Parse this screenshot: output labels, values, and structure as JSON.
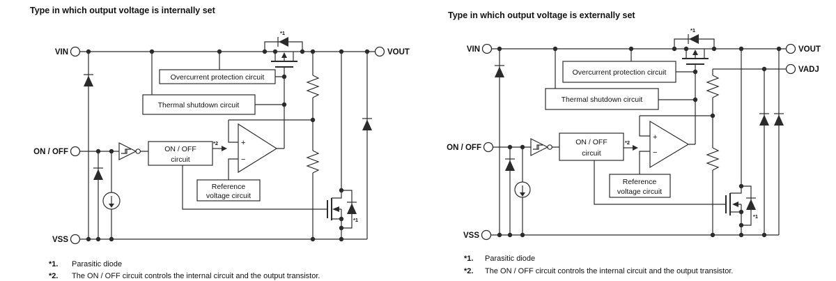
{
  "colors": {
    "line": "#2b2b2b",
    "text": "#111111",
    "background": "#ffffff"
  },
  "panels": [
    {
      "title": "Type in which output voltage is internally set",
      "pins": {
        "vin": "VIN",
        "vout": "VOUT",
        "on_off": "ON / OFF",
        "vss": "VSS"
      },
      "blocks": {
        "overcurrent": "Overcurrent protection circuit",
        "thermal": "Thermal shutdown circuit",
        "on_off_1": "ON / OFF",
        "on_off_2": "circuit",
        "reference_1": "Reference",
        "reference_2": "voltage circuit"
      },
      "opamp": {
        "plus": "+",
        "minus": "−"
      },
      "marks": {
        "pass_diode": "*1",
        "nmos_diode": "*1",
        "on_off_out": "*2"
      },
      "notes": [
        {
          "marker": "*1.",
          "text": "Parasitic diode"
        },
        {
          "marker": "*2.",
          "text": "The ON / OFF circuit controls the internal circuit and the output transistor."
        }
      ]
    },
    {
      "title": "Type in which output voltage is externally set",
      "pins": {
        "vin": "VIN",
        "vout": "VOUT",
        "vadj": "VADJ",
        "on_off": "ON / OFF",
        "vss": "VSS"
      },
      "blocks": {
        "overcurrent": "Overcurrent protection circuit",
        "thermal": "Thermal shutdown circuit",
        "on_off_1": "ON / OFF",
        "on_off_2": "circuit",
        "reference_1": "Reference",
        "reference_2": "voltage circuit"
      },
      "opamp": {
        "plus": "+",
        "minus": "−"
      },
      "marks": {
        "pass_diode": "*1",
        "nmos_diode": "*1",
        "on_off_out": "*2"
      },
      "notes": [
        {
          "marker": "*1.",
          "text": "Parasitic diode"
        },
        {
          "marker": "*2.",
          "text": "The ON / OFF circuit controls the internal circuit and the output transistor."
        }
      ]
    }
  ]
}
